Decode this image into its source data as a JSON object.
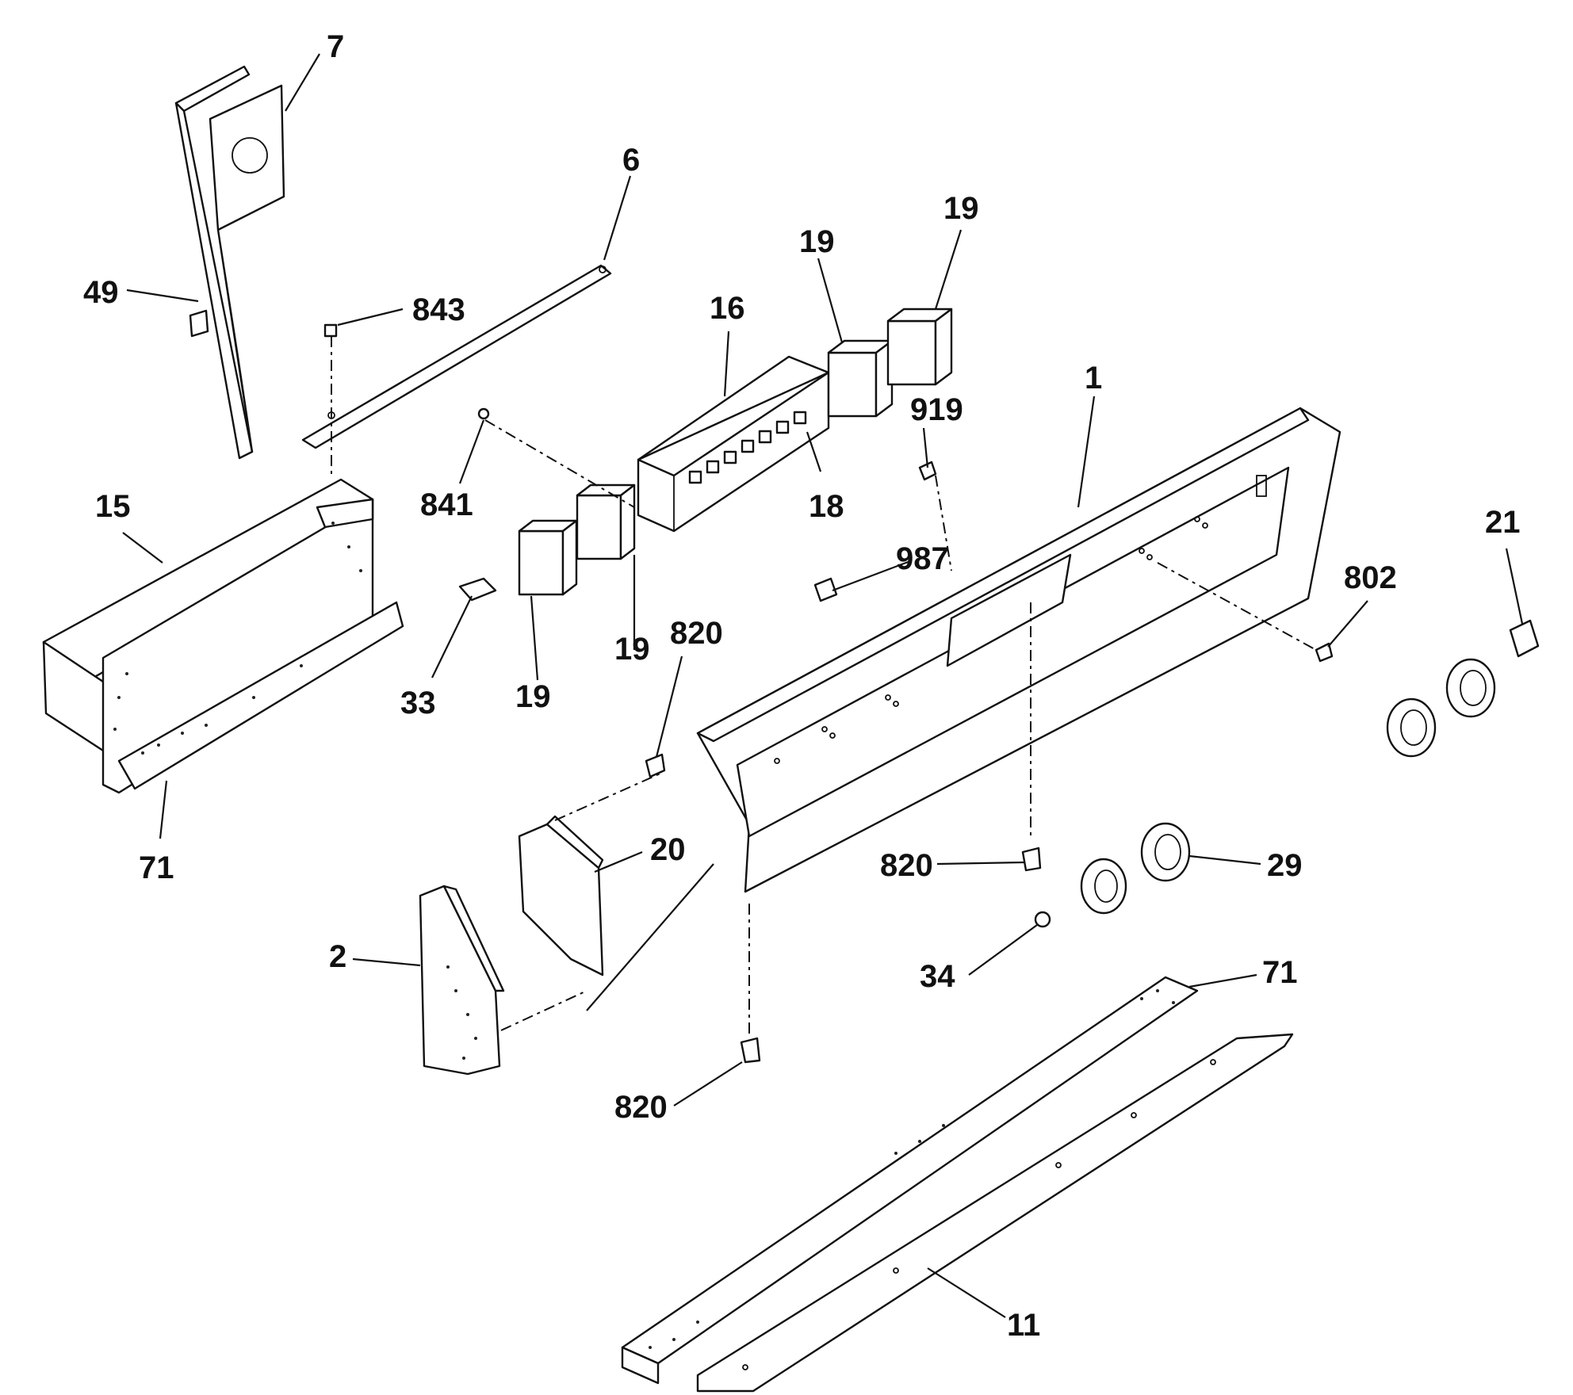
{
  "diagram": {
    "callouts": {
      "c7": "7",
      "c6": "6",
      "c49": "49",
      "c843": "843",
      "c16": "16",
      "c19a": "19",
      "c19b": "19",
      "c919": "919",
      "c1": "1",
      "c15": "15",
      "c841": "841",
      "c18": "18",
      "c987": "987",
      "c21": "21",
      "c802": "802",
      "c33": "33",
      "c19c": "19",
      "c19d": "19",
      "c820a": "820",
      "c71a": "71",
      "c20": "20",
      "c820b": "820",
      "c29": "29",
      "c2": "2",
      "c34": "34",
      "c71b": "71",
      "c820c": "820",
      "c11": "11"
    }
  }
}
